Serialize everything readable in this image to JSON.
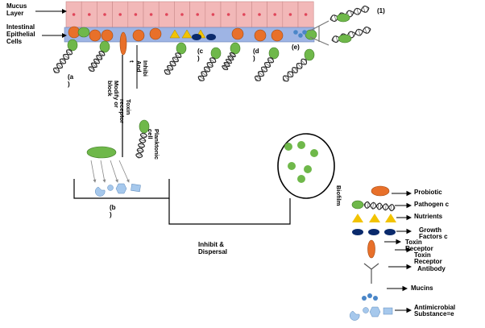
{
  "layers": {
    "mucus": "Mucus\nLayer",
    "epithelial": "Intestinal\nEpithelial\nCells"
  },
  "markers": {
    "a": "(a\n)",
    "b": "(b\n)",
    "c": "(c\n)",
    "d": "(d\n)",
    "e": "(e)",
    "one": "(1)"
  },
  "rotated": {
    "modify": "Modify or\nblock",
    "toxin": "Toxin\nreceptor",
    "inhibit": "Inhibi\nAnd\nt",
    "planktonic": "Planktonic\ncell",
    "biofilm": "Biofilm"
  },
  "process": {
    "inhibit_dispersal": "Inhibit &\nDispersal"
  },
  "legend": [
    {
      "key": "probiotic",
      "label": "Probiotic"
    },
    {
      "key": "pathogen",
      "label": "Pathogen c"
    },
    {
      "key": "nutrients",
      "label": "Nutrients"
    },
    {
      "key": "growth",
      "label": "Growth\nFactors c"
    },
    {
      "key": "toxin",
      "label": "Toxin\nReceptor"
    },
    {
      "key": "antibody",
      "label": "Toxin\nReceptor\n  Antibody"
    },
    {
      "key": "mucins",
      "label": "Mucins"
    },
    {
      "key": "antimicrobial",
      "label": "Antimicrobial\nSubstance=e"
    }
  ],
  "colors": {
    "mucus_fill": "#f2b8b8",
    "mucus_nucleus": "#e0465a",
    "epithelial_fill": "#9eb4e4",
    "probiotic": "#e8702a",
    "pathogen": "#6fb84a",
    "nutrient": "#f2c300",
    "growth_factor": "#0a2a6c",
    "mucin": "#4a86c8",
    "antimicrobial": "#a6c8ec"
  }
}
